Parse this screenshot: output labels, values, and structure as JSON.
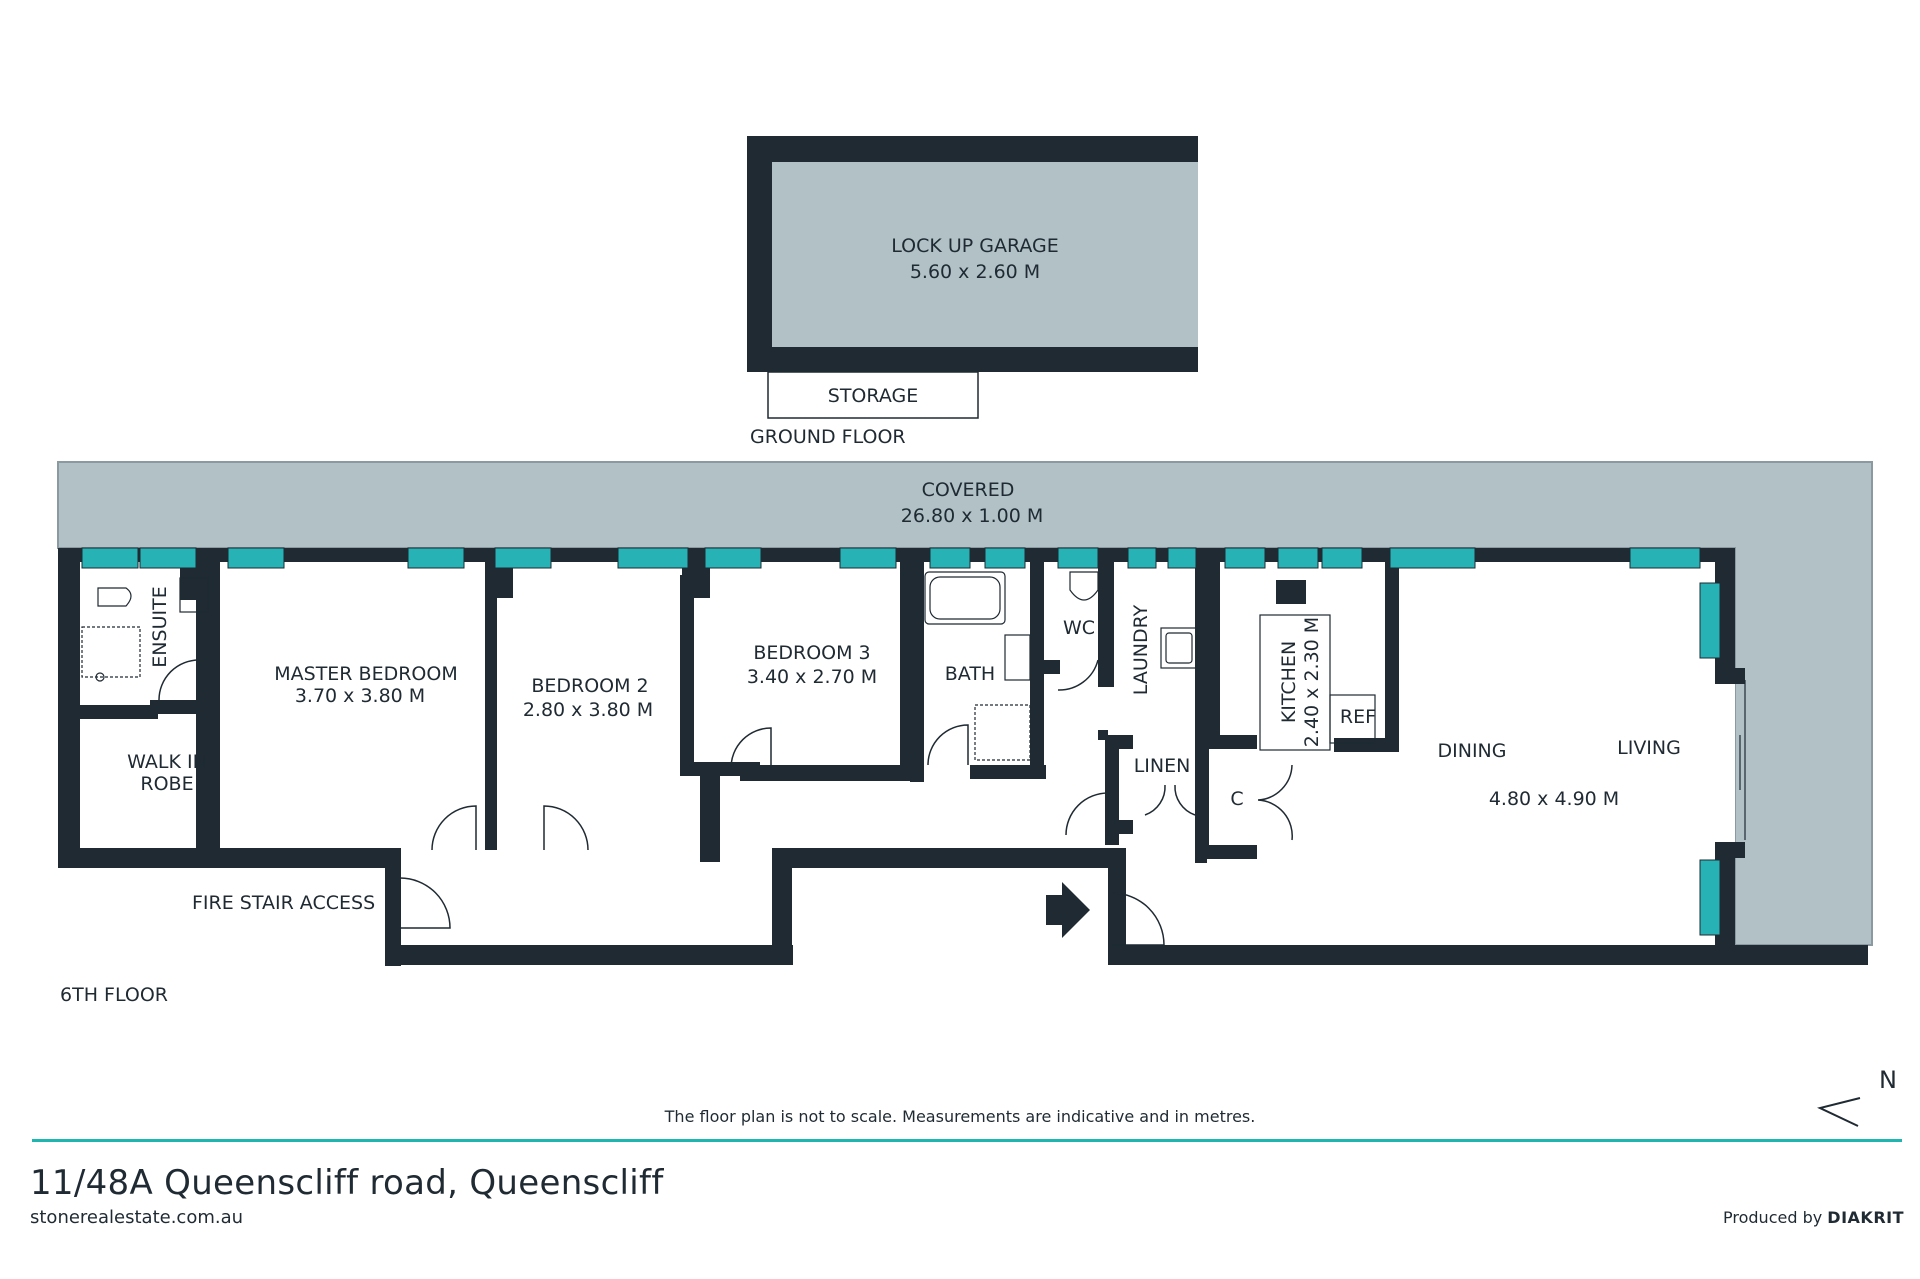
{
  "floors": {
    "ground": "GROUND FLOOR",
    "sixth": "6TH FLOOR"
  },
  "rooms": {
    "garage_name": "LOCK UP GARAGE",
    "garage_size": "5.60 x 2.60 M",
    "storage": "STORAGE",
    "covered_name": "COVERED",
    "covered_size": "26.80 x 1.00 M",
    "ensuite": "ENSUITE",
    "walkin_1": "WALK IN",
    "walkin_2": "ROBE",
    "master_name": "MASTER BEDROOM",
    "master_size": "3.70 x 3.80 M",
    "bed2_name": "BEDROOM 2",
    "bed2_size": "2.80 x 3.80 M",
    "bed3_name": "BEDROOM 3",
    "bed3_size": "3.40 x 2.70 M",
    "bath": "BATH",
    "wc": "WC",
    "laundry": "LAUNDRY",
    "linen": "LINEN",
    "cupboard": "C",
    "kitchen_name": "KITCHEN",
    "kitchen_size": "2.40 x 2.30 M",
    "ref": "REF",
    "dining": "DINING",
    "living": "LIVING",
    "living_size": "4.80 x 4.90 M",
    "fire_stair": "FIRE STAIR ACCESS"
  },
  "compass": "N",
  "footer": {
    "disclaimer": "The floor plan is not to scale. Measurements are indicative and in metres.",
    "address": "11/48A Queenscliff road, Queenscliff",
    "website": "stonerealestate.com.au",
    "produced_prefix": "Produced by",
    "produced_brand": "DIAKRIT"
  },
  "colors": {
    "wall": "#1f2a33",
    "covered": "#b1c1c6",
    "window": "#27b3b6",
    "accent_line": "#1fb5b0"
  }
}
